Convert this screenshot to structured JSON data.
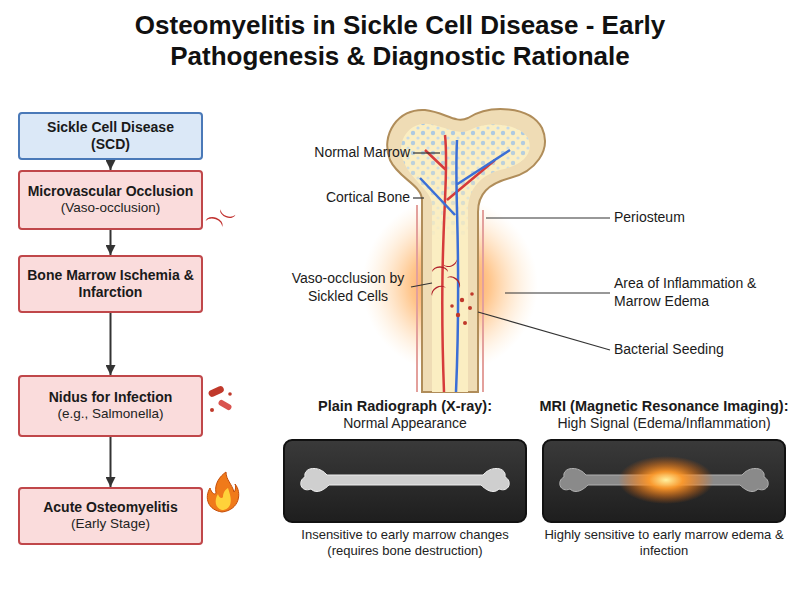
{
  "diagram": {
    "title": "Osteomyelitis in Sickle Cell Disease - Early Pathogenesis & Diagnostic Rationale",
    "nodes": [
      {
        "text": [
          "Sickle Cell Disease (SCD)"
        ]
      },
      {
        "text": [
          "Microvascular Occlusion",
          "(Vaso-occlusion)"
        ]
      },
      {
        "text": [
          "Bone Marrow Ischemia & Infarction"
        ]
      },
      {
        "text": [
          "Nidus for Infection",
          "(e.g., Salmonella)"
        ]
      },
      {
        "text": [
          "Acute Osteomyelitis",
          "(Early Stage)"
        ]
      },
      {
        "text": [
          "Plain Radiograph (X-ray):",
          "Normal Appearance",
          "Insensitive to early marrow changes (requires bone destruction)"
        ]
      },
      {
        "text": [
          "MRI (Magnetic Resonance Imaging):",
          "High Signal (Edema/Inflammation)",
          "Highly sensitive to early marrow edema & infection"
        ]
      }
    ],
    "edges": [
      {
        "from": 0,
        "to": 1,
        "arrow": "to"
      },
      {
        "from": 1,
        "to": 2,
        "arrow": "to"
      },
      {
        "from": 2,
        "to": 3,
        "arrow": "to"
      },
      {
        "from": 3,
        "to": 4,
        "arrow": "to"
      }
    ],
    "labels": [
      "Normal Marrow",
      "Cortical Bone",
      "Periosteum",
      "Vaso-occlusion by Sickled Cells",
      "Area of Inflammation & Marrow Edema",
      "Bacterial Seeding"
    ]
  }
}
